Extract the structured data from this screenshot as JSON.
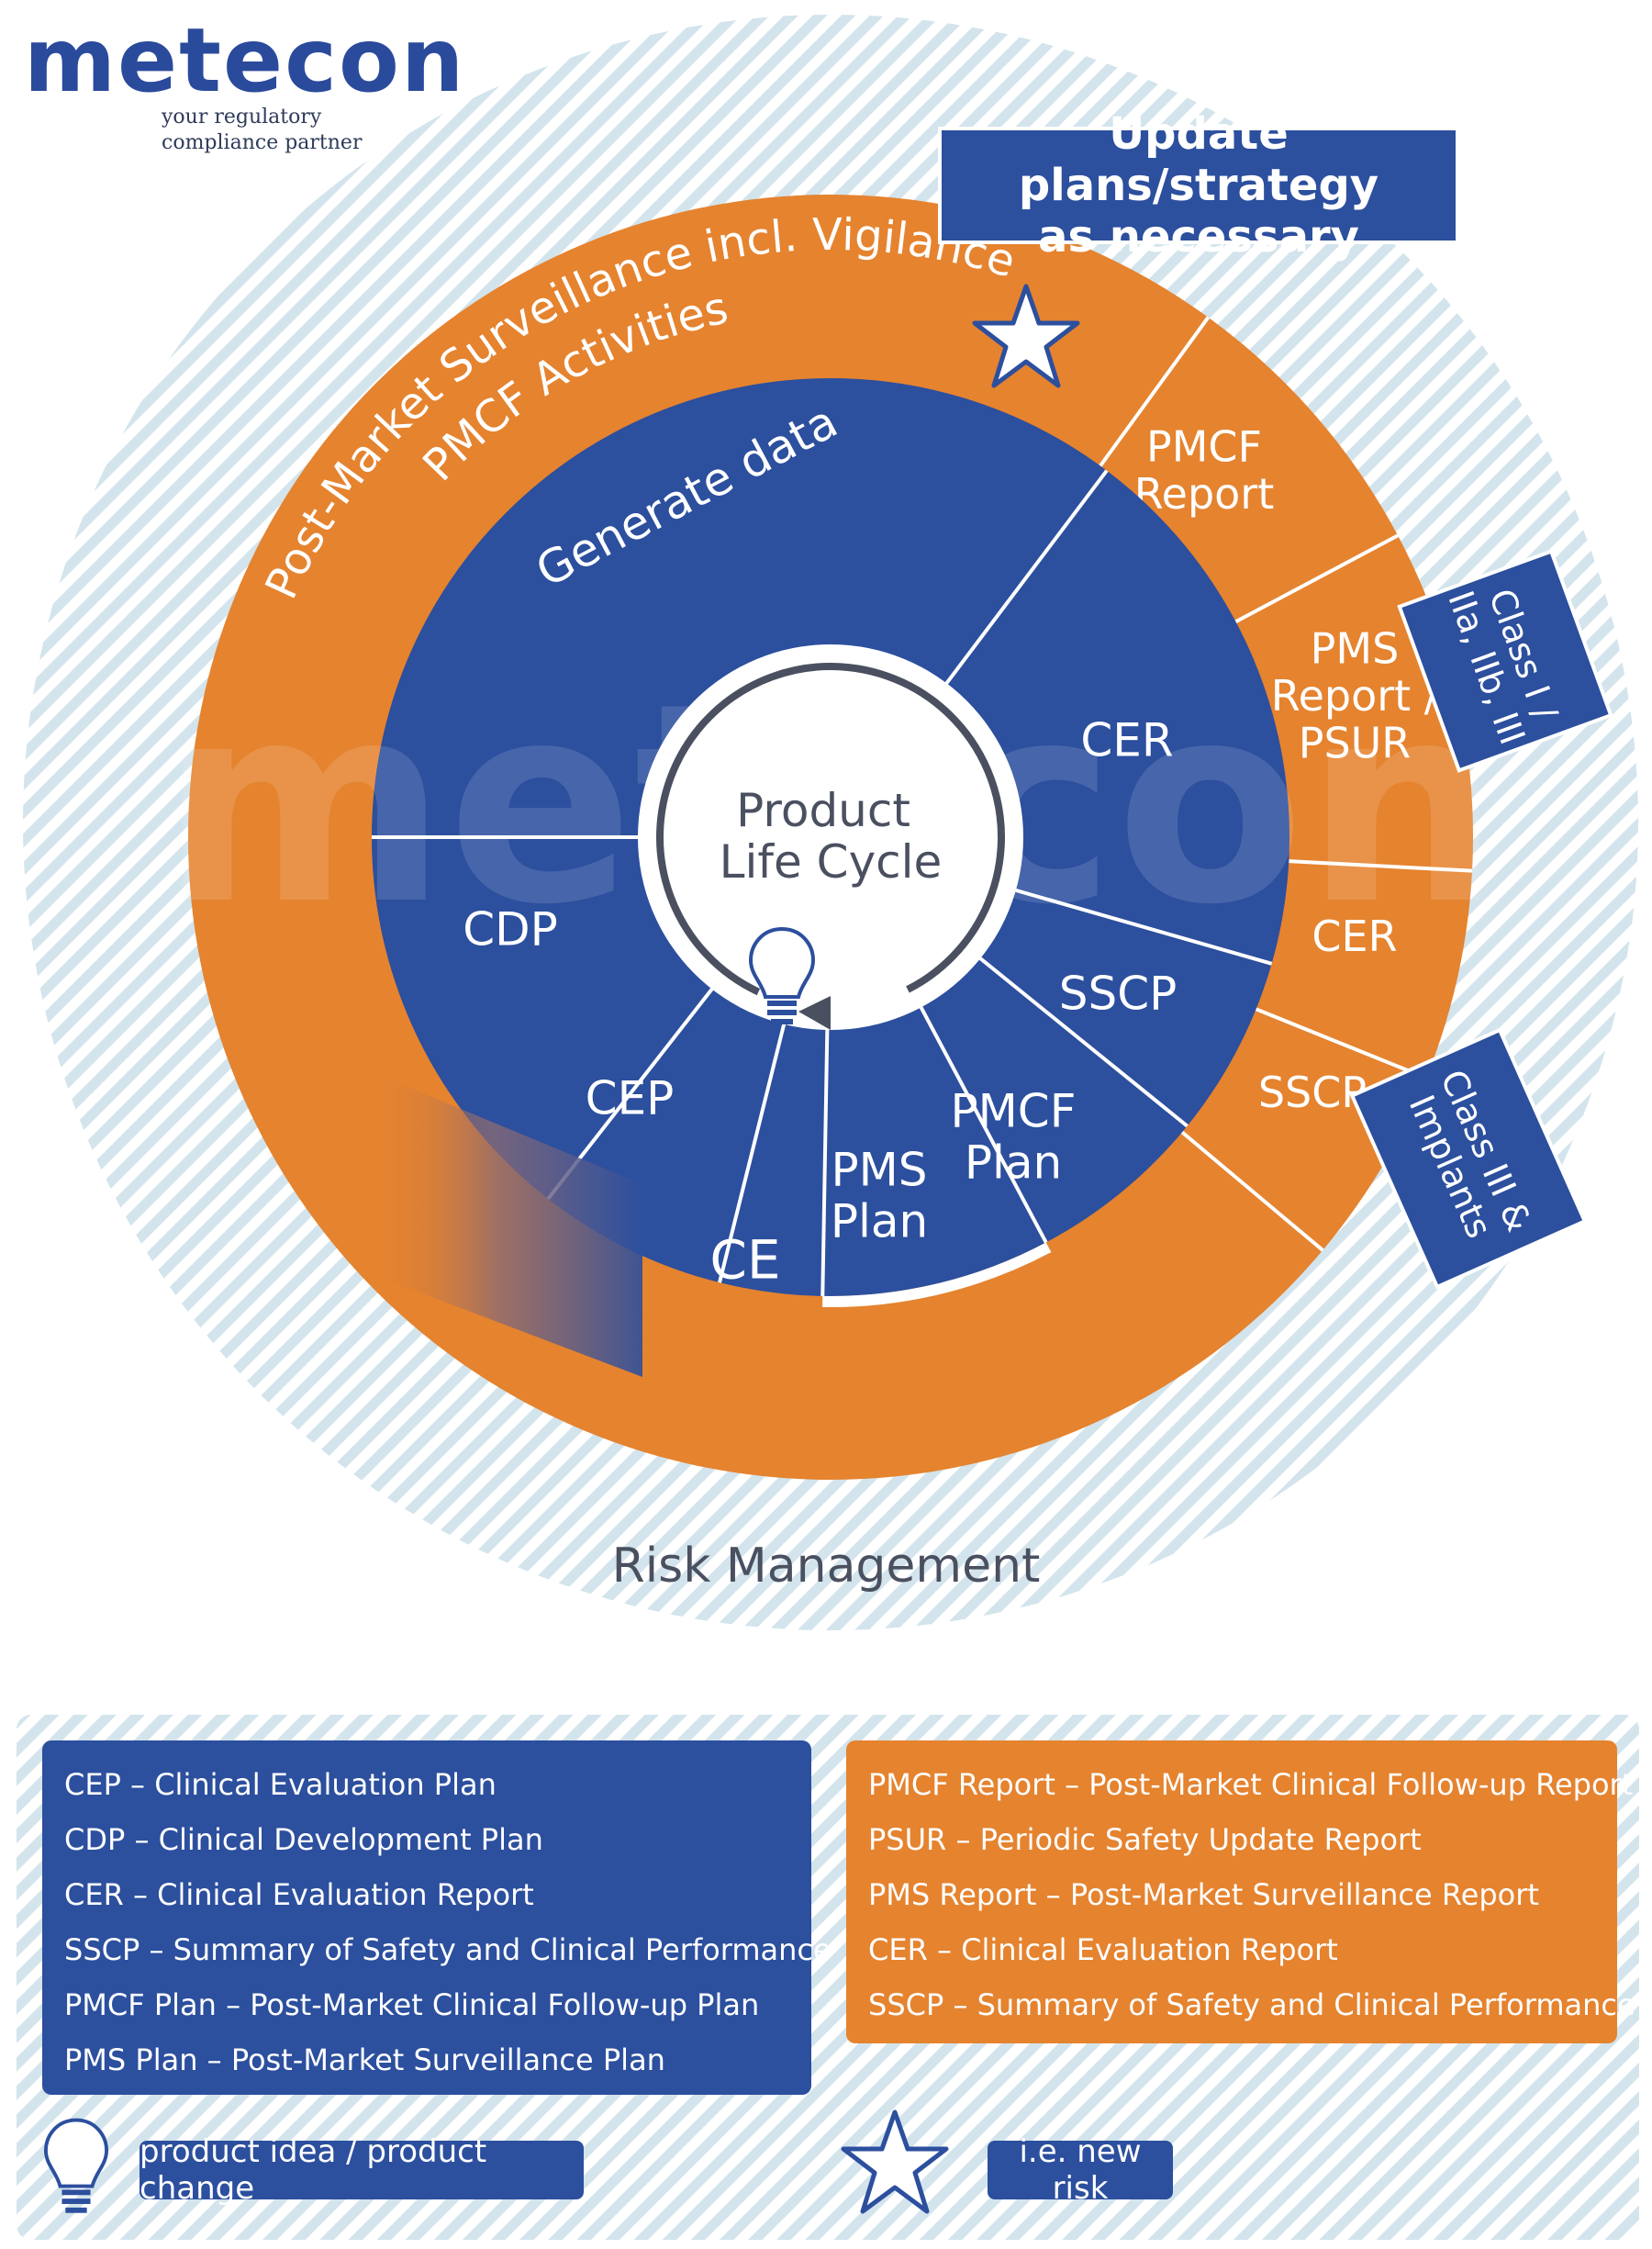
{
  "logo": {
    "word": "metecon",
    "tagline": [
      "your regulatory",
      "compliance partner"
    ]
  },
  "watermark": "metecon",
  "update_box": "Update plans/strategy\nas necessary",
  "risk_management": "Risk Management",
  "center": [
    "Product",
    "Life Cycle"
  ],
  "outer_ring": {
    "pms_line": "Post-Market Surveillance incl. Vigilance",
    "pmcf_line": "PMCF Activities",
    "segments": [
      {
        "label": [
          "PMCF",
          "Report"
        ]
      },
      {
        "label": [
          "PMS",
          "Report /",
          "PSUR"
        ]
      },
      {
        "label": [
          "CER"
        ]
      },
      {
        "label": [
          "SSCP"
        ]
      }
    ]
  },
  "inner_ring": {
    "segments": [
      {
        "label": [
          "Generate data"
        ]
      },
      {
        "label": [
          "CER"
        ]
      },
      {
        "label": [
          "SSCP"
        ]
      },
      {
        "label": [
          "PMCF",
          "Plan"
        ]
      },
      {
        "label": [
          "PMS",
          "Plan"
        ]
      },
      {
        "label": [
          "CE"
        ]
      },
      {
        "label": [
          "CEP"
        ]
      },
      {
        "label": [
          "CDP"
        ]
      }
    ]
  },
  "class_tags": [
    {
      "lines": [
        "Class I /",
        "IIa, IIb, III"
      ]
    },
    {
      "lines": [
        "Class III &",
        "Implants"
      ]
    }
  ],
  "legend_blue": [
    "CEP – Clinical Evaluation Plan",
    "CDP – Clinical Development Plan",
    "CER – Clinical Evaluation Report",
    "SSCP – Summary of Safety and Clinical Performance",
    "PMCF Plan – Post-Market Clinical Follow-up Plan",
    "PMS Plan – Post-Market Surveillance Plan"
  ],
  "legend_orange": [
    "PMCF Report – Post-Market Clinical Follow-up Report",
    "PSUR – Periodic Safety Update Report",
    "PMS Report – Post-Market Surveillance Report",
    "CER – Clinical Evaluation Report",
    "SSCP – Summary of Safety and Clinical Performance"
  ],
  "legend_icons": {
    "idea": "product idea / product change",
    "risk": "i.e. new risk"
  },
  "colors": {
    "blue": "#2c4f9e",
    "orange": "#e5832f",
    "hatch": "#cfe1ea",
    "text_dark": "#4a5060"
  },
  "icons": [
    "lightbulb-icon",
    "star-icon",
    "ce-mark-icon",
    "arrow-icon"
  ]
}
